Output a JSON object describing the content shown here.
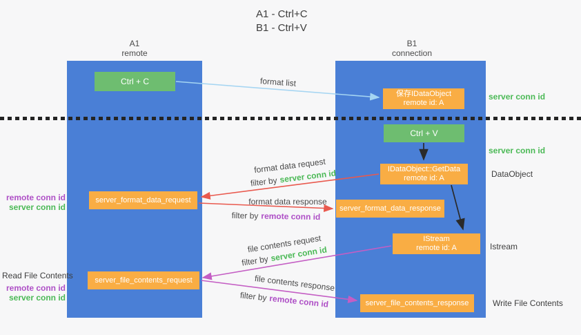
{
  "title": {
    "line1": "A1 - Ctrl+C",
    "line2": "B1 - Ctrl+V"
  },
  "lanes": {
    "left": {
      "name": "A1",
      "role": "remote"
    },
    "right": {
      "name": "B1",
      "role": "connection"
    }
  },
  "boxes": {
    "ctrl_c": "Ctrl + C",
    "ctrl_v": "Ctrl + V",
    "save_dataobject": {
      "title": "保存IDataObject",
      "subtitle": "remote id: A"
    },
    "getdata": {
      "title": "IDataObject::GetData",
      "subtitle": "remote id: A"
    },
    "istream": {
      "title": "IStream",
      "subtitle": "remote id: A"
    },
    "format_request": "server_format_data_request",
    "format_response": "server_format_data_response",
    "file_request": "server_file_contents_request",
    "file_response": "server_file_contents_response"
  },
  "arrow_labels": {
    "format_list": "format list",
    "format_data_request": "format data request",
    "format_data_response": "format data response",
    "file_contents_request": "file contents request",
    "file_contents_response": "file contents response",
    "filter_by": "filter by",
    "server_conn_id": "server conn id",
    "remote_conn_id": "remote conn id"
  },
  "side_labels": {
    "server_conn_id": "server conn id",
    "remote_conn_id": "remote conn id",
    "dataobject": "DataObject",
    "istream": "Istream",
    "read_file_contents": "Read File Contents",
    "write_file_contents": "Write File Contents"
  },
  "colors": {
    "lane_blue": "#4a7fd6",
    "box_green": "#6ebd70",
    "box_orange": "#f9ad44",
    "arrow_blue": "#a5d5f2",
    "arrow_red": "#e9594e",
    "arrow_magenta": "#c45ec4",
    "arrow_black": "#2a2a2a",
    "label_green": "#4bb956",
    "label_purple": "#ae4fc6"
  }
}
